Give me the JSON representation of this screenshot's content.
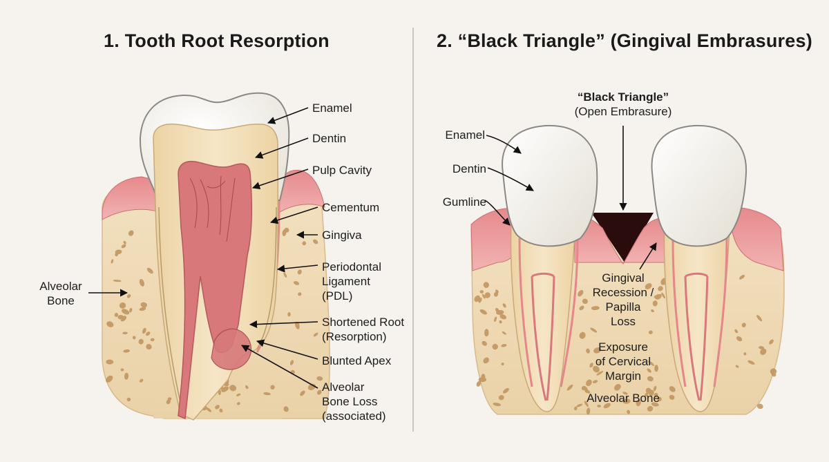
{
  "titles": {
    "left": "1. Tooth Root Resorption",
    "right": "2. “Black Triangle” (Gingival Embrasures)"
  },
  "left_panel": {
    "enamel": "Enamel",
    "dentin": "Dentin",
    "pulp_cavity": "Pulp Cavity",
    "cementum": "Cementum",
    "gingiva": "Gingiva",
    "pdl": [
      "Periodontal",
      "Ligament",
      "(PDL)"
    ],
    "shortened_root": [
      "Shortened Root",
      "(Resorption)"
    ],
    "blunted_apex": "Blunted Apex",
    "alveolar_bone_loss": [
      "Alveolar",
      "Bone Loss",
      "(associated)"
    ],
    "alveolar_bone": [
      "Alveolar",
      "Bone"
    ]
  },
  "right_panel": {
    "black_triangle": [
      "“Black Triangle”",
      "(Open Embrasure)"
    ],
    "enamel": "Enamel",
    "dentin": "Dentin",
    "gumline": "Gumline",
    "gingival_recession": [
      "Gingival",
      "Recession /",
      "Papilla",
      "Loss"
    ],
    "exposure": [
      "Exposure",
      "of Cervical",
      "Margin"
    ],
    "alveolar_bone": "Alveolar Bone"
  },
  "colors": {
    "background": "#f6f3ee",
    "enamel": "#f7f6f2",
    "dentin": "#f1dcb4",
    "pulp": "#d97a7b",
    "gingiva": "#e99a9b",
    "bone": "#f0dcb8",
    "bone_pore": "#b88a55",
    "black_triangle": "#2a0c0c"
  }
}
